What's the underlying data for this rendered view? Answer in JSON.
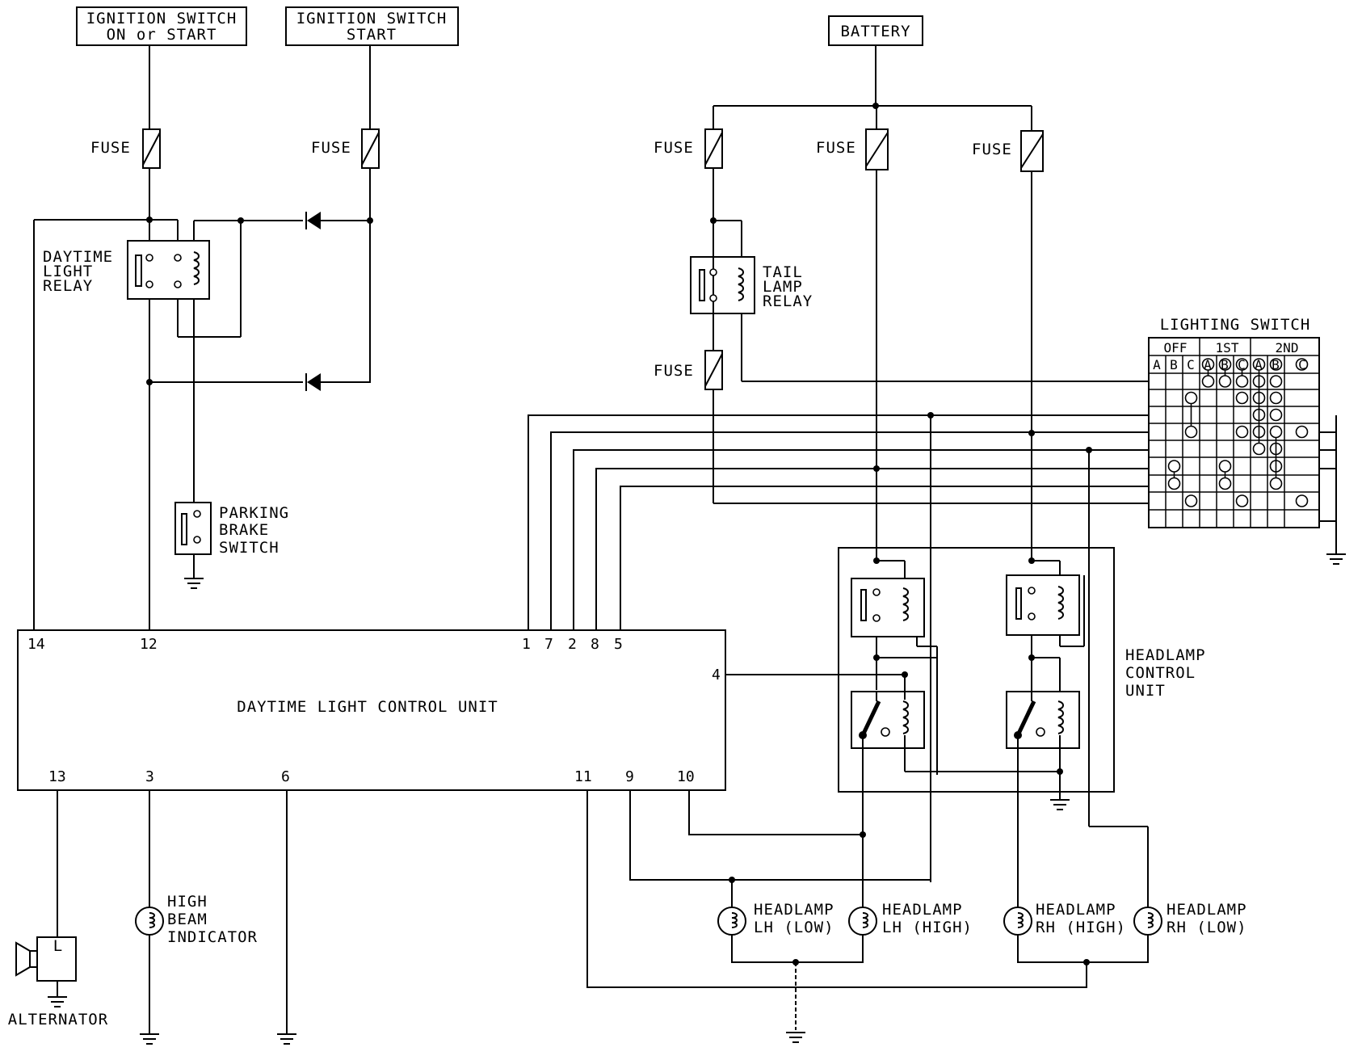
{
  "supplies": {
    "ign_on_start": [
      "IGNITION SWITCH",
      "ON or START"
    ],
    "ign_start": [
      "IGNITION SWITCH",
      "START"
    ],
    "battery": "BATTERY"
  },
  "fuse_label": "FUSE",
  "relays": {
    "daytime": [
      "DAYTIME",
      "LIGHT",
      "RELAY"
    ],
    "tail": [
      "TAIL",
      "LAMP",
      "RELAY"
    ]
  },
  "parking_brake": [
    "PARKING",
    "BRAKE",
    "SWITCH"
  ],
  "control_unit": {
    "label": "DAYTIME LIGHT CONTROL UNIT",
    "top_pins": [
      "14",
      "12",
      "1",
      "7",
      "2",
      "8",
      "5"
    ],
    "side_pin": "4",
    "bottom_pins": [
      "13",
      "3",
      "6",
      "11",
      "9",
      "10"
    ]
  },
  "headlamp_control_unit": [
    "HEADLAMP",
    "CONTROL",
    "UNIT"
  ],
  "lighting_switch": {
    "title": "LIGHTING SWITCH",
    "groups": [
      "OFF",
      "1ST",
      "2ND"
    ],
    "columns": [
      "A",
      "B",
      "C",
      "A",
      "B",
      "C",
      "A",
      "B",
      "C"
    ]
  },
  "headlamps": {
    "lh_low": [
      "HEADLAMP",
      "LH (LOW)"
    ],
    "lh_high": [
      "HEADLAMP",
      "LH (HIGH)"
    ],
    "rh_high": [
      "HEADLAMP",
      "RH (HIGH)"
    ],
    "rh_low": [
      "HEADLAMP",
      "RH (LOW)"
    ]
  },
  "indicator": [
    "HIGH",
    "BEAM",
    "INDICATOR"
  ],
  "alternator": {
    "label": "ALTERNATOR",
    "terminal": "L"
  }
}
